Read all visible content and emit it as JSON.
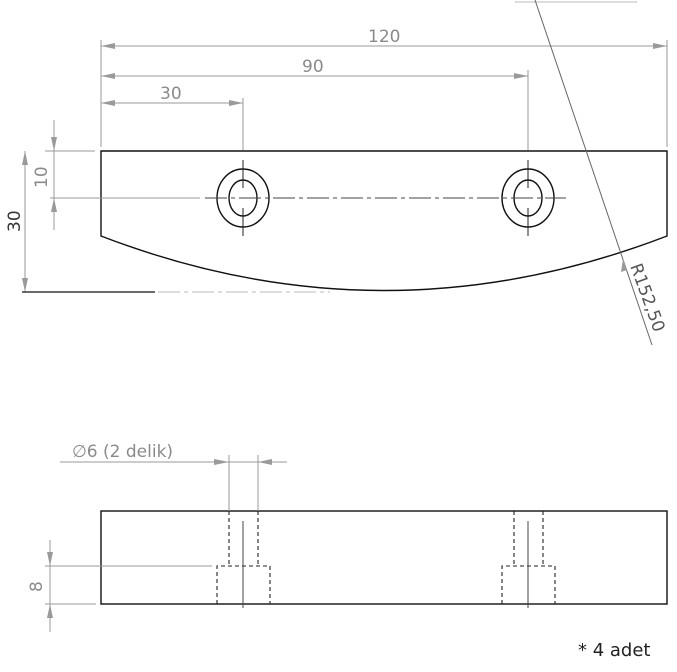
{
  "top_view": {
    "dim_overall_width": "120",
    "dim_hole2_offset": "90",
    "dim_hole1_offset": "30",
    "dim_hole_height": "10",
    "dim_overall_height": "30",
    "dim_radius": "R152,50"
  },
  "side_view": {
    "dim_hole_diameter": "∅6 (2 delik)",
    "dim_counterbore_depth": "8"
  },
  "note": "* 4 adet"
}
